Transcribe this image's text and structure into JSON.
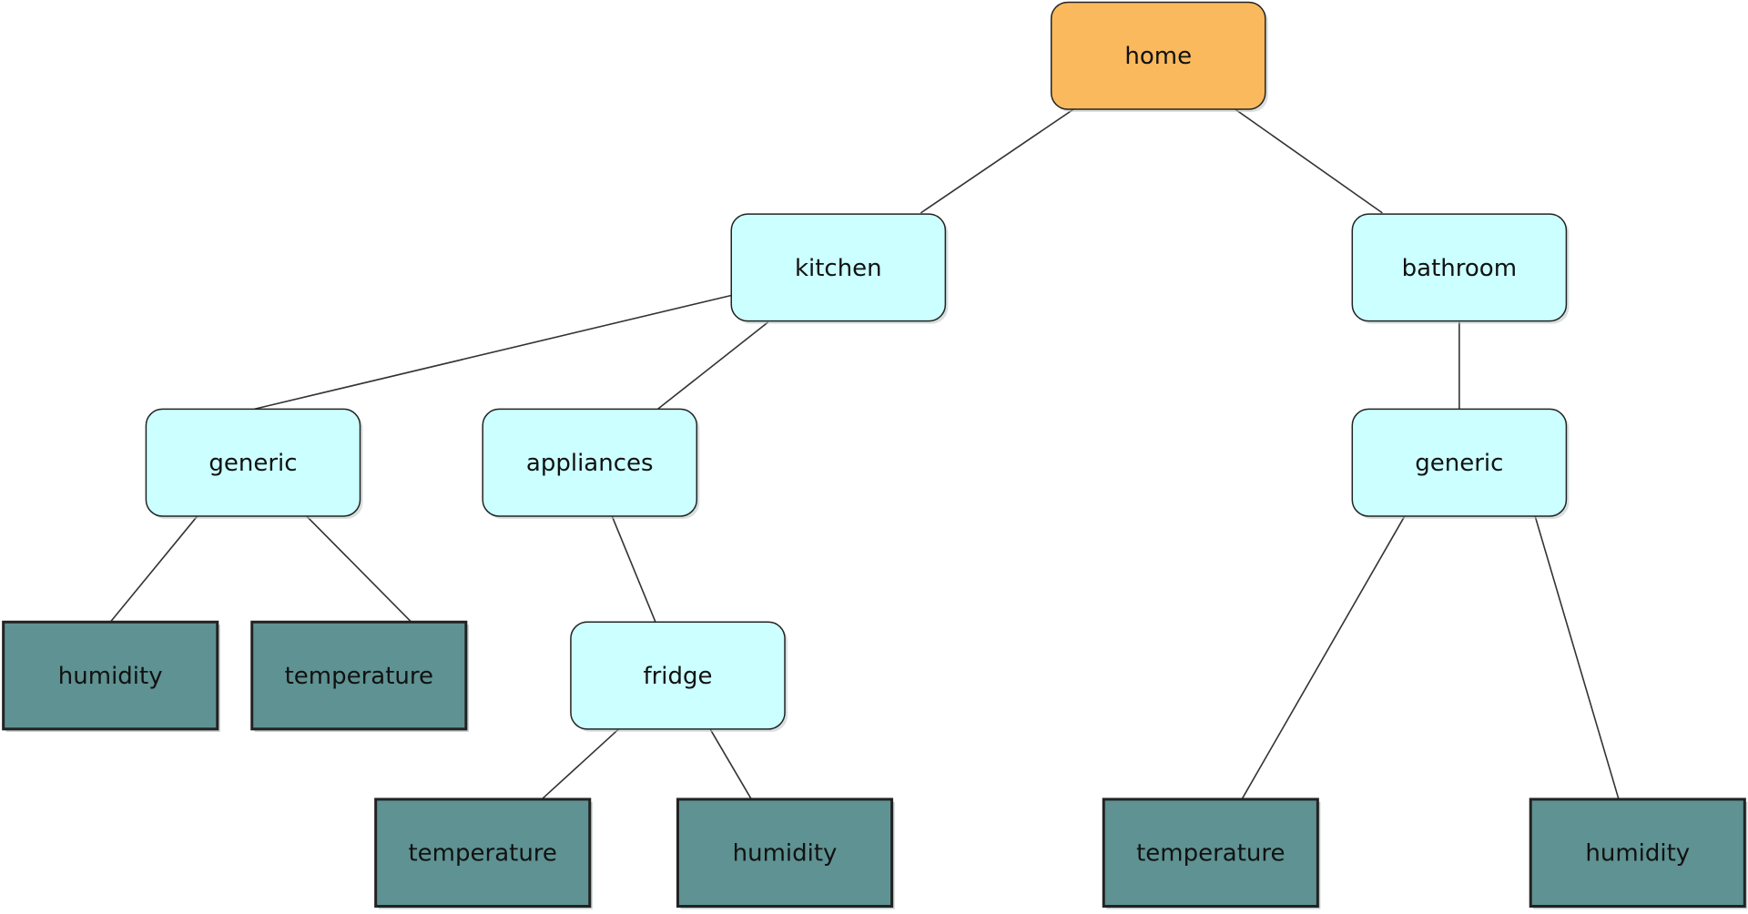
{
  "diagram": {
    "nodes": [
      {
        "id": "home",
        "label": "home",
        "kind": "root"
      },
      {
        "id": "kitchen",
        "label": "kitchen",
        "kind": "group"
      },
      {
        "id": "bathroom",
        "label": "bathroom",
        "kind": "group"
      },
      {
        "id": "kitchen-generic",
        "label": "generic",
        "kind": "group"
      },
      {
        "id": "appliances",
        "label": "appliances",
        "kind": "group"
      },
      {
        "id": "bathroom-generic",
        "label": "generic",
        "kind": "group"
      },
      {
        "id": "kitchen-generic-humidity",
        "label": "humidity",
        "kind": "sensor"
      },
      {
        "id": "kitchen-generic-temperature",
        "label": "temperature",
        "kind": "sensor"
      },
      {
        "id": "fridge",
        "label": "fridge",
        "kind": "group"
      },
      {
        "id": "fridge-temperature",
        "label": "temperature",
        "kind": "sensor"
      },
      {
        "id": "fridge-humidity",
        "label": "humidity",
        "kind": "sensor"
      },
      {
        "id": "bathroom-generic-temperature",
        "label": "temperature",
        "kind": "sensor"
      },
      {
        "id": "bathroom-generic-humidity",
        "label": "humidity",
        "kind": "sensor"
      }
    ],
    "edges": [
      [
        "home",
        "kitchen"
      ],
      [
        "home",
        "bathroom"
      ],
      [
        "kitchen",
        "kitchen-generic"
      ],
      [
        "kitchen",
        "appliances"
      ],
      [
        "bathroom",
        "bathroom-generic"
      ],
      [
        "kitchen-generic",
        "kitchen-generic-humidity"
      ],
      [
        "kitchen-generic",
        "kitchen-generic-temperature"
      ],
      [
        "appliances",
        "fridge"
      ],
      [
        "fridge",
        "fridge-temperature"
      ],
      [
        "fridge",
        "fridge-humidity"
      ],
      [
        "bathroom-generic",
        "bathroom-generic-temperature"
      ],
      [
        "bathroom-generic",
        "bathroom-generic-humidity"
      ]
    ],
    "colors": {
      "root_fill": "#f9b95c",
      "group_fill": "#ccffff",
      "sensor_fill": "#5f9292",
      "stroke": "#222222",
      "edge": "#333333"
    }
  }
}
